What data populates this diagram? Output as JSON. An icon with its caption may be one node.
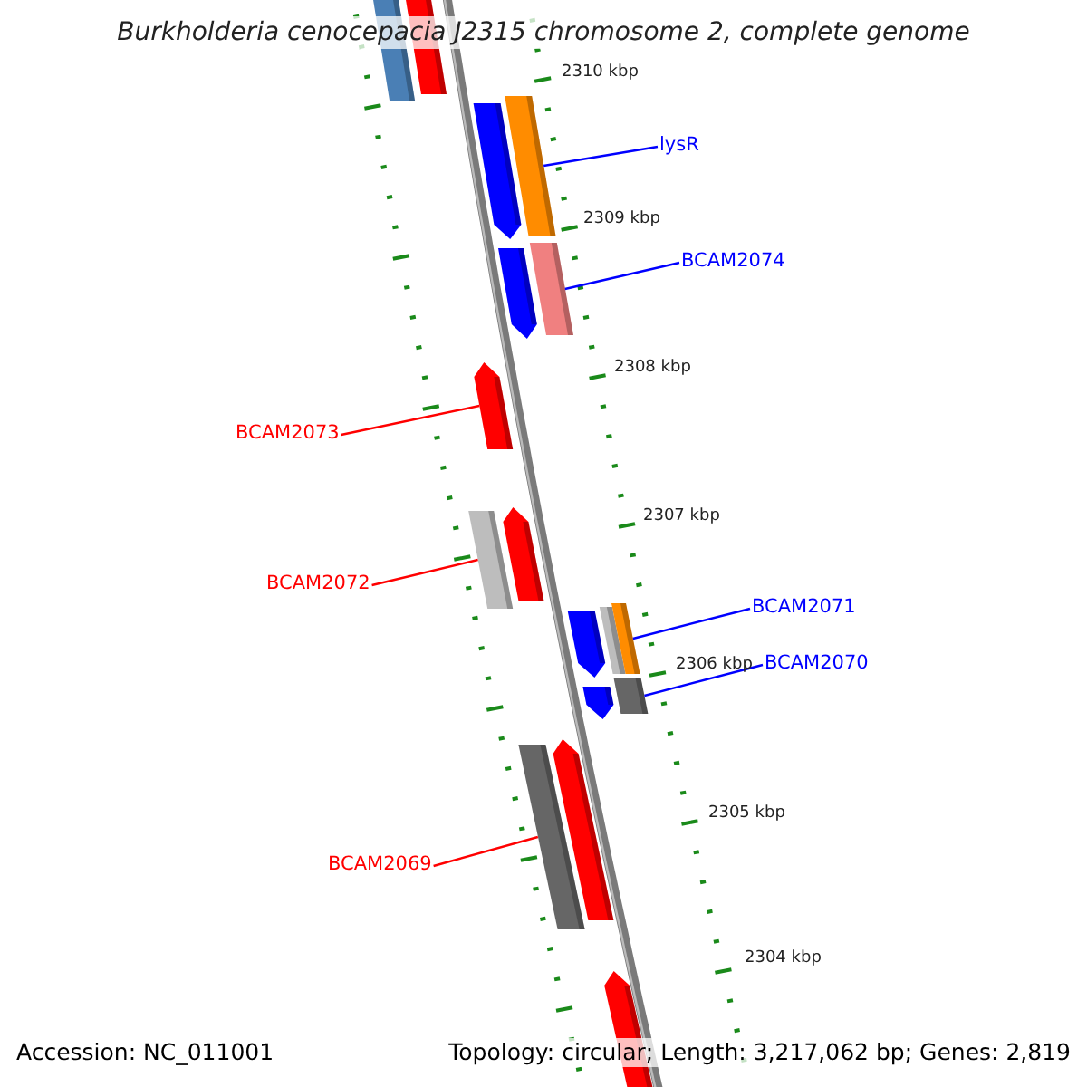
{
  "diagram": {
    "title": "Burkholderia cenocepacia J2315 chromosome 2, complete genome",
    "nodes": [
      {
        "text": [],
        "shape": "bar"
      },
      {
        "text": [],
        "shape": "bar"
      },
      {
        "text": [],
        "shape": "bar"
      },
      {
        "text": [],
        "shape": "bar"
      },
      {
        "text": [],
        "shape": "bar"
      },
      {
        "text": [],
        "shape": "bar"
      },
      {
        "text": [],
        "shape": "bar"
      },
      {
        "text": [],
        "shape": "bar"
      },
      {
        "text": [],
        "shape": "bar"
      },
      {
        "text": [],
        "shape": "bar"
      },
      {
        "text": [],
        "shape": "bar"
      },
      {
        "text": [],
        "shape": "bar"
      },
      {
        "text": [],
        "shape": "bar"
      },
      {
        "text": [],
        "shape": "bar"
      },
      {
        "text": [],
        "shape": "bar"
      },
      {
        "text": [],
        "shape": "bar"
      },
      {
        "text": [],
        "shape": "bar"
      },
      {
        "text": [
          "lysR"
        ]
      },
      {
        "text": [
          "BCAM2074"
        ]
      },
      {
        "text": [
          "BCAM2073"
        ]
      },
      {
        "text": [
          "BCAM2072"
        ]
      },
      {
        "text": [
          "BCAM2071"
        ]
      },
      {
        "text": [
          "BCAM2070"
        ]
      },
      {
        "text": [
          "BCAM2069"
        ]
      }
    ],
    "edges": [
      {
        "from": 17,
        "to": 3,
        "arrow": "none",
        "color": "#0000ff"
      },
      {
        "from": 18,
        "to": 5,
        "arrow": "none",
        "color": "#0000ff"
      },
      {
        "from": 19,
        "to": 6,
        "arrow": "none",
        "color": "#ff0000"
      },
      {
        "from": 20,
        "to": 7,
        "arrow": "none",
        "color": "#ff0000"
      },
      {
        "from": 21,
        "to": 11,
        "arrow": "none",
        "color": "#0000ff"
      },
      {
        "from": 22,
        "to": 13,
        "arrow": "none",
        "color": "#0000ff"
      },
      {
        "from": 23,
        "to": 14,
        "arrow": "none",
        "color": "#ff0000"
      }
    ],
    "labels": [
      "2310 kbp",
      "2309 kbp",
      "2308 kbp",
      "2307 kbp",
      "2306 kbp",
      "2305 kbp",
      "2304 kbp",
      "Accession: NC_011001",
      "Topology: circular; Length: 3,217,062 bp; Genes: 2,819"
    ]
  }
}
